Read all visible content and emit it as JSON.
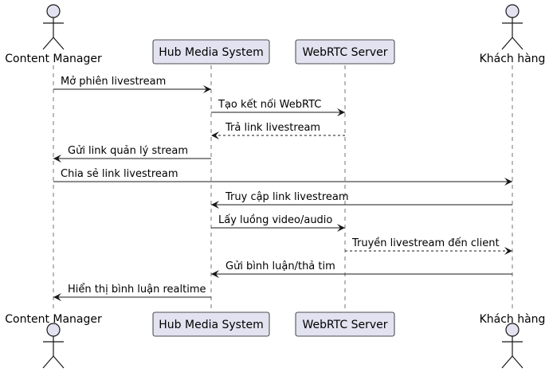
{
  "colors": {
    "participant_fill": "#E2E2F0",
    "participant_stroke": "#181818",
    "lifeline": "#181818",
    "arrow": "#181818",
    "text": "#000000"
  },
  "participants": [
    {
      "id": "cm",
      "label": "Content Manager",
      "kind": "actor"
    },
    {
      "id": "hub",
      "label": "Hub Media System",
      "kind": "box"
    },
    {
      "id": "rtc",
      "label": "WebRTC Server",
      "kind": "box"
    },
    {
      "id": "kh",
      "label": "Khách hàng",
      "kind": "actor"
    }
  ],
  "messages": [
    {
      "from": "cm",
      "to": "hub",
      "label": "Mở phiên livestream",
      "style": "solid"
    },
    {
      "from": "hub",
      "to": "rtc",
      "label": "Tạo kết nối WebRTC",
      "style": "solid"
    },
    {
      "from": "rtc",
      "to": "hub",
      "label": "Trả link livestream",
      "style": "dashed"
    },
    {
      "from": "hub",
      "to": "cm",
      "label": "Gửi link quản lý stream",
      "style": "solid"
    },
    {
      "from": "cm",
      "to": "kh",
      "label": "Chia sẻ link livestream",
      "style": "solid"
    },
    {
      "from": "kh",
      "to": "hub",
      "label": "Truy cập link livestream",
      "style": "solid"
    },
    {
      "from": "hub",
      "to": "rtc",
      "label": "Lấy luồng video/audio",
      "style": "solid"
    },
    {
      "from": "rtc",
      "to": "kh",
      "label": "Truyền livestream đến client",
      "style": "dashed"
    },
    {
      "from": "kh",
      "to": "hub",
      "label": "Gửi bình luận/thả tim",
      "style": "solid"
    },
    {
      "from": "hub",
      "to": "cm",
      "label": "Hiển thị bình luận realtime",
      "style": "solid"
    }
  ]
}
